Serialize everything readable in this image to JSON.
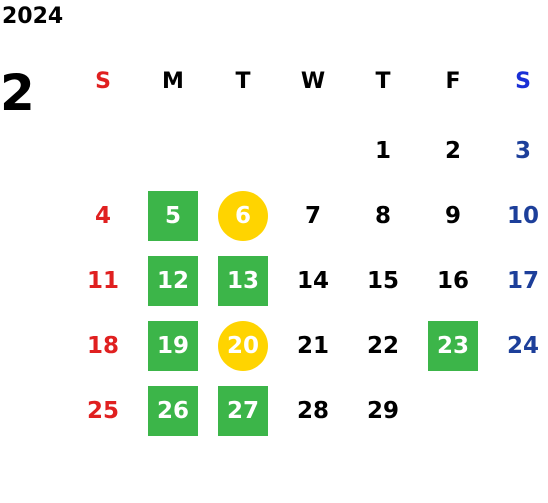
{
  "year": "2024",
  "month": "2",
  "colors": {
    "sunday": "#e02020",
    "saturday": "#1d3f9a",
    "highlight_green": "#3cb549",
    "highlight_yellow": "#ffd400"
  },
  "weekdays": [
    "S",
    "M",
    "T",
    "W",
    "T",
    "F",
    "S"
  ],
  "weeks": [
    [
      {
        "day": "",
        "mark": ""
      },
      {
        "day": "",
        "mark": ""
      },
      {
        "day": "",
        "mark": ""
      },
      {
        "day": "",
        "mark": ""
      },
      {
        "day": "1",
        "mark": ""
      },
      {
        "day": "2",
        "mark": ""
      },
      {
        "day": "3",
        "mark": ""
      }
    ],
    [
      {
        "day": "4",
        "mark": ""
      },
      {
        "day": "5",
        "mark": "green"
      },
      {
        "day": "6",
        "mark": "yellow"
      },
      {
        "day": "7",
        "mark": ""
      },
      {
        "day": "8",
        "mark": ""
      },
      {
        "day": "9",
        "mark": ""
      },
      {
        "day": "10",
        "mark": ""
      }
    ],
    [
      {
        "day": "11",
        "mark": ""
      },
      {
        "day": "12",
        "mark": "green"
      },
      {
        "day": "13",
        "mark": "green"
      },
      {
        "day": "14",
        "mark": ""
      },
      {
        "day": "15",
        "mark": ""
      },
      {
        "day": "16",
        "mark": ""
      },
      {
        "day": "17",
        "mark": ""
      }
    ],
    [
      {
        "day": "18",
        "mark": ""
      },
      {
        "day": "19",
        "mark": "green"
      },
      {
        "day": "20",
        "mark": "yellow"
      },
      {
        "day": "21",
        "mark": ""
      },
      {
        "day": "22",
        "mark": ""
      },
      {
        "day": "23",
        "mark": "green"
      },
      {
        "day": "24",
        "mark": ""
      }
    ],
    [
      {
        "day": "25",
        "mark": ""
      },
      {
        "day": "26",
        "mark": "green"
      },
      {
        "day": "27",
        "mark": "green"
      },
      {
        "day": "28",
        "mark": ""
      },
      {
        "day": "29",
        "mark": ""
      },
      {
        "day": "",
        "mark": ""
      },
      {
        "day": "",
        "mark": ""
      }
    ]
  ]
}
